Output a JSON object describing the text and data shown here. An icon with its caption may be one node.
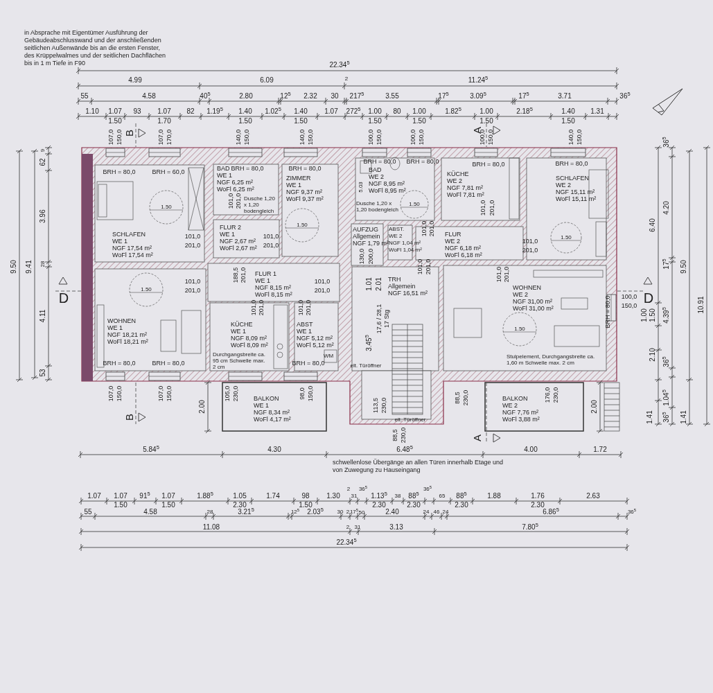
{
  "diagram": {
    "nodes": [
      {
        "text": [
          "SCHLAFEN",
          "WE 1",
          "NGF 17,54 m²",
          "WoFl 17,54 m²"
        ]
      },
      {
        "text": [
          "BAD",
          "WE 1",
          "NGF 6,25 m²",
          "WoFl 6,25 m²"
        ]
      },
      {
        "text": [
          "ZIMMER",
          "WE 1",
          "NGF 9,37 m²",
          "WoFl 9,37 m²"
        ]
      },
      {
        "text": [
          "FLUR 2",
          "WE 1",
          "NGF 2,67 m²",
          "WoFl 2,67 m²"
        ]
      },
      {
        "text": [
          "WOHNEN",
          "WE 1",
          "NGF 18,21 m²",
          "WoFl 18,21 m²"
        ]
      },
      {
        "text": [
          "FLUR 1",
          "WE 1",
          "NGF 8,15 m²",
          "WoFl 8,15 m²"
        ]
      },
      {
        "text": [
          "KÜCHE",
          "WE 1",
          "NGF 8,09 m²",
          "WoFl 8,09 m²"
        ]
      },
      {
        "text": [
          "ABST",
          "WE 1",
          "NGF 5,12 m²",
          "WoFl 5,12 m²"
        ]
      },
      {
        "text": [
          "BALKON",
          "WE 1",
          "NGF 8,34 m²",
          "WoFl 4,17 m²"
        ]
      },
      {
        "text": [
          "BAD",
          "WE 2",
          "NGF 8,95 m²",
          "WoFl 8,95 m²"
        ]
      },
      {
        "text": [
          "AUFZUG",
          "Allgemein",
          "NGF 1,79 m²"
        ]
      },
      {
        "text": [
          "ABST.",
          "WE 2",
          "NGF 1,04 m²",
          "WoFl 1,04 m²"
        ]
      },
      {
        "text": [
          "TRH",
          "Allgemein",
          "NGF 16,51 m²"
        ]
      },
      {
        "text": [
          "KÜCHE",
          "WE 2",
          "NGF 7,81 m²",
          "WoFl 7,81 m²"
        ]
      },
      {
        "text": [
          "FLUR",
          "WE 2",
          "NGF 6,18 m²",
          "WoFl 6,18 m²"
        ]
      },
      {
        "text": [
          "SCHLAFEN",
          "WE 2",
          "NGF 15,11 m²",
          "WoFl 15,11 m²"
        ]
      },
      {
        "text": [
          "WOHNEN",
          "WE 2",
          "NGF 31,00 m²",
          "WoFl 31,00 m²"
        ]
      },
      {
        "text": [
          "BALKON",
          "WE 2",
          "NGF 7,76 m²",
          "WoFl 3,88 m²"
        ]
      }
    ],
    "labels": [
      "in Absprache mit Eigentümer Ausführung der Gebäudeabschlusswand und der anschließenden seitlichen Außenwände bis an die ersten Fenster, des Krüppelwalmes und der seitlichen Dachflächen bis in 1 m Tiefe in F90",
      "22.34$^{5}$",
      "4.99",
      "6.09",
      "2",
      "11.24$^{5}$",
      "55",
      "4.58",
      "40$^{5}$",
      "2.80",
      "12$^{5}$",
      "2.32",
      "30",
      "217$^{5}$",
      "3.55",
      "17$^{5}$",
      "3.09$^{5}$",
      "17$^{5}$",
      "3.71",
      "36$^{5}$",
      "1.10",
      "1.07",
      "1.50",
      "93",
      "1.07",
      "1.70",
      "82",
      "1.19$^{5}$",
      "1.40",
      "1.50",
      "1.02$^{5}$",
      "1.40",
      "1.50",
      "1.07",
      "272$^{5}$",
      "1.00",
      "1.50",
      "80",
      "1.00",
      "1.50",
      "1.82$^{5}$",
      "1.00",
      "1.50",
      "2.18$^{5}$",
      "1.40",
      "1.50",
      "1.31",
      "B",
      "A",
      "D",
      "D",
      "B",
      "A",
      "107,0",
      "150,0",
      "107,0",
      "170,0",
      "140,0",
      "150,0",
      "140,0",
      "150,0",
      "100,0",
      "150,0",
      "100,0",
      "150,0",
      "100,0",
      "150,0",
      "140,0",
      "150,0",
      "9.50",
      "9.41",
      "9",
      "62",
      "3.96",
      "28",
      "4.11",
      "53",
      "36$^{5}$",
      "4.20",
      "6.40",
      "17$^{5}$",
      "9.50",
      "1.00",
      "1.50",
      "4.39$^{5}$",
      "10.91",
      "2.10",
      "36$^{5}$",
      "1.04$^{5}$",
      "1.41",
      "36$^{5}$",
      "1.41",
      "100,0",
      "150,0",
      "BRH = 80,0",
      "BRH = 80,0",
      "BRH = 60,0",
      "BRH = 80,0",
      "BRH = 80,0",
      "Dusche 1,20 x 1,20 bodengleich",
      "1.50",
      "101,0",
      "201,0",
      "101,0",
      "201,0",
      "101,0",
      "201,0",
      "1.50",
      "101,0",
      "1.50",
      "201,0",
      "188,5",
      "201,0",
      "101,0",
      "201,0",
      "101,0",
      "201,0",
      "101,0",
      "201,0",
      "Durchgangsbreite ca. 95 cm Schwelle max. 2 cm",
      "WM",
      "BRH = 80,0",
      "BRH = 80,0",
      "BRH = 80,0",
      "BRH = 80,0",
      "BRH = 80,0",
      "Dusche 1,20 x 1,20 bodengleich",
      "5.03",
      "1.50",
      "BRH = 80,0",
      "101,0",
      "201,0",
      "BRH = 80,0",
      "1.50",
      "101,0",
      "201,0",
      "101,0",
      "201,0",
      "101,0",
      "201,0",
      "130,0",
      "200,0",
      "1.01",
      "2.01",
      "17,6 / 28,1",
      "17 Stg",
      "3.45$^{5}$",
      "elt. Türöffner",
      "101,0",
      "201,0",
      "1.50",
      "Stulpelement, Durchgangsbreite ca. 1,60 m Schwelle max. 2 cm",
      "107,0",
      "150,0",
      "107,0",
      "150,0",
      "2.00",
      "105,0",
      "230,0",
      "98,0",
      "150,0",
      "113,5",
      "230,0",
      "elt. Türöffner",
      "88,5",
      "230,0",
      "88,5",
      "230,0",
      "176,0",
      "230,0",
      "2.00",
      "5.84$^{5}$",
      "4.30",
      "6.48$^{5}$",
      "4.00",
      "1.72",
      "schwellenlose Übergänge an allen Türen innerhalb Etage und von Zuwegung zu Hauseingang",
      "1.07",
      "1.07",
      "1.50",
      "91$^{5}$",
      "1.07",
      "1.50",
      "1.88$^{5}$",
      "1.05",
      "2.30",
      "1.74",
      "98",
      "1.50",
      "1.30",
      "2",
      "31",
      "36$^{5}$",
      "1.13$^{5}$",
      "2.30",
      "38",
      "88$^{5}$",
      "2.30",
      "36$^{5}$",
      "65",
      "88$^{5}$",
      "2.30",
      "1.88",
      "1.76",
      "2.30",
      "2.63",
      "55",
      "4.58",
      "28",
      "3.21$^{5}$",
      "12$^{5}$",
      "2.03$^{5}$",
      "30",
      "2",
      "17$^{5}$",
      "50",
      "2.40",
      "24",
      "46",
      "24",
      "6.86$^{5}$",
      "36$^{5}$",
      "11.08",
      "2",
      "31",
      "3.13",
      "7.80$^{5}$",
      "22.34$^{5}$"
    ]
  }
}
